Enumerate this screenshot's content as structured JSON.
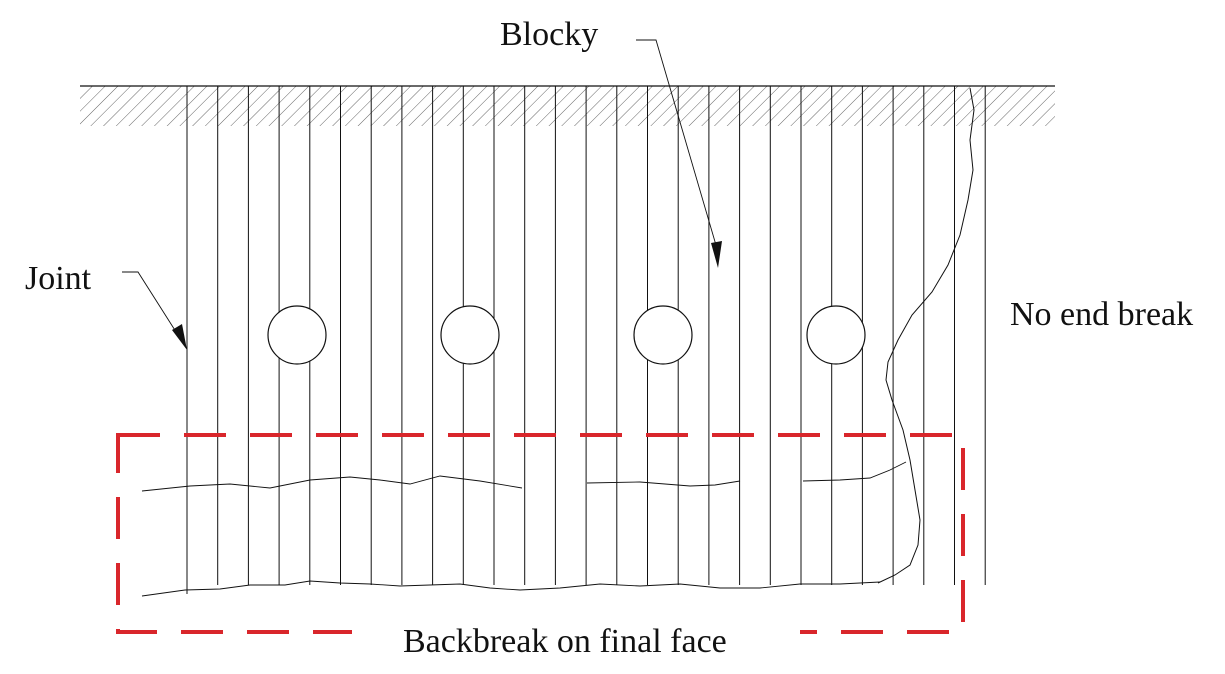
{
  "labels": {
    "blocky": "Blocky",
    "joint": "Joint",
    "no_end_break": "No end break",
    "backbreak": "Backbreak on final face"
  },
  "colors": {
    "line": "#111111",
    "hatch": "#555555",
    "highlight": "#d9262b",
    "background": "#ffffff"
  }
}
